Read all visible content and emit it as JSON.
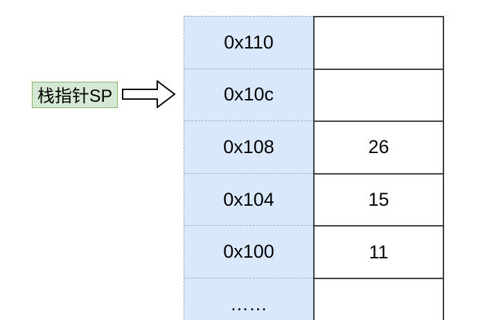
{
  "diagram": {
    "pointer_label": "栈指针SP",
    "rows": [
      {
        "address": "0x110",
        "value": ""
      },
      {
        "address": "0x10c",
        "value": ""
      },
      {
        "address": "0x108",
        "value": "26"
      },
      {
        "address": "0x104",
        "value": "15"
      },
      {
        "address": "0x100",
        "value": "11"
      },
      {
        "address": "……",
        "value": ""
      }
    ],
    "colors": {
      "background": "#ffffff",
      "text": "#000000",
      "address_cell_fill": "#dae8fc",
      "address_cell_border": "#96aacd",
      "value_cell_border": "#3d3d3d",
      "pointer_label_fill": "#d5e8d4",
      "pointer_label_border": "#82b366",
      "arrow_stroke": "#000000"
    }
  }
}
